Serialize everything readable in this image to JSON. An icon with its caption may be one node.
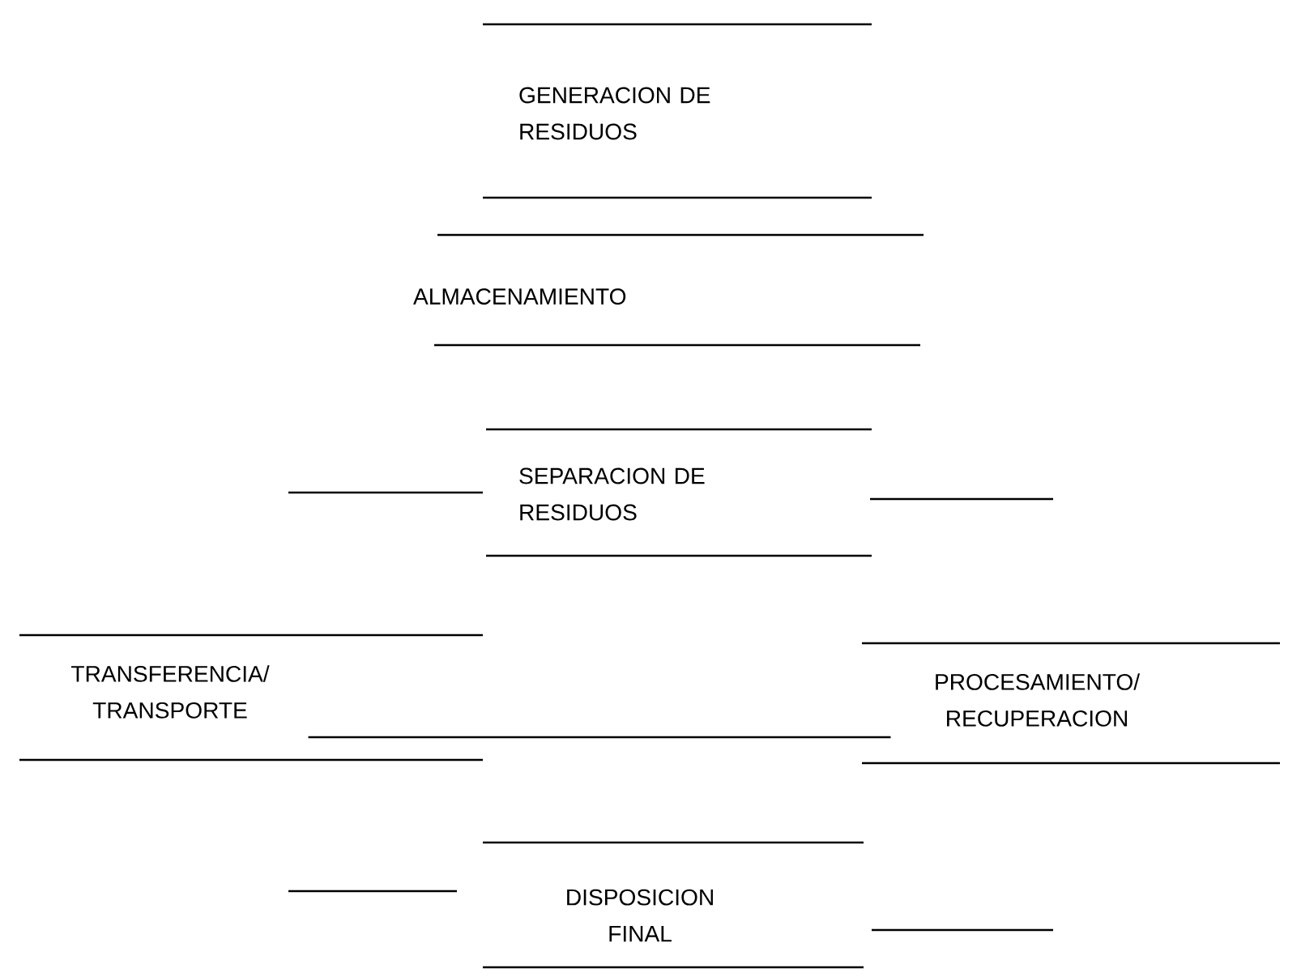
{
  "diagram": {
    "nodes": [
      {
        "text": [
          "GENERACION DE RESIDUOS"
        ]
      },
      {
        "text": [
          "ALMACENAMIENTO"
        ]
      },
      {
        "text": [
          "SEPARACION DE RESIDUOS"
        ]
      },
      {
        "text": [
          "TRANSFERENCIA/ TRANSPORTE"
        ]
      },
      {
        "text": [
          "PROCESAMIENTO/ RECUPERACION"
        ]
      },
      {
        "text": [
          "DISPOSICION FINAL"
        ]
      }
    ],
    "edges": [
      {
        "from": 3,
        "to": 4,
        "arrow": "none"
      }
    ]
  }
}
